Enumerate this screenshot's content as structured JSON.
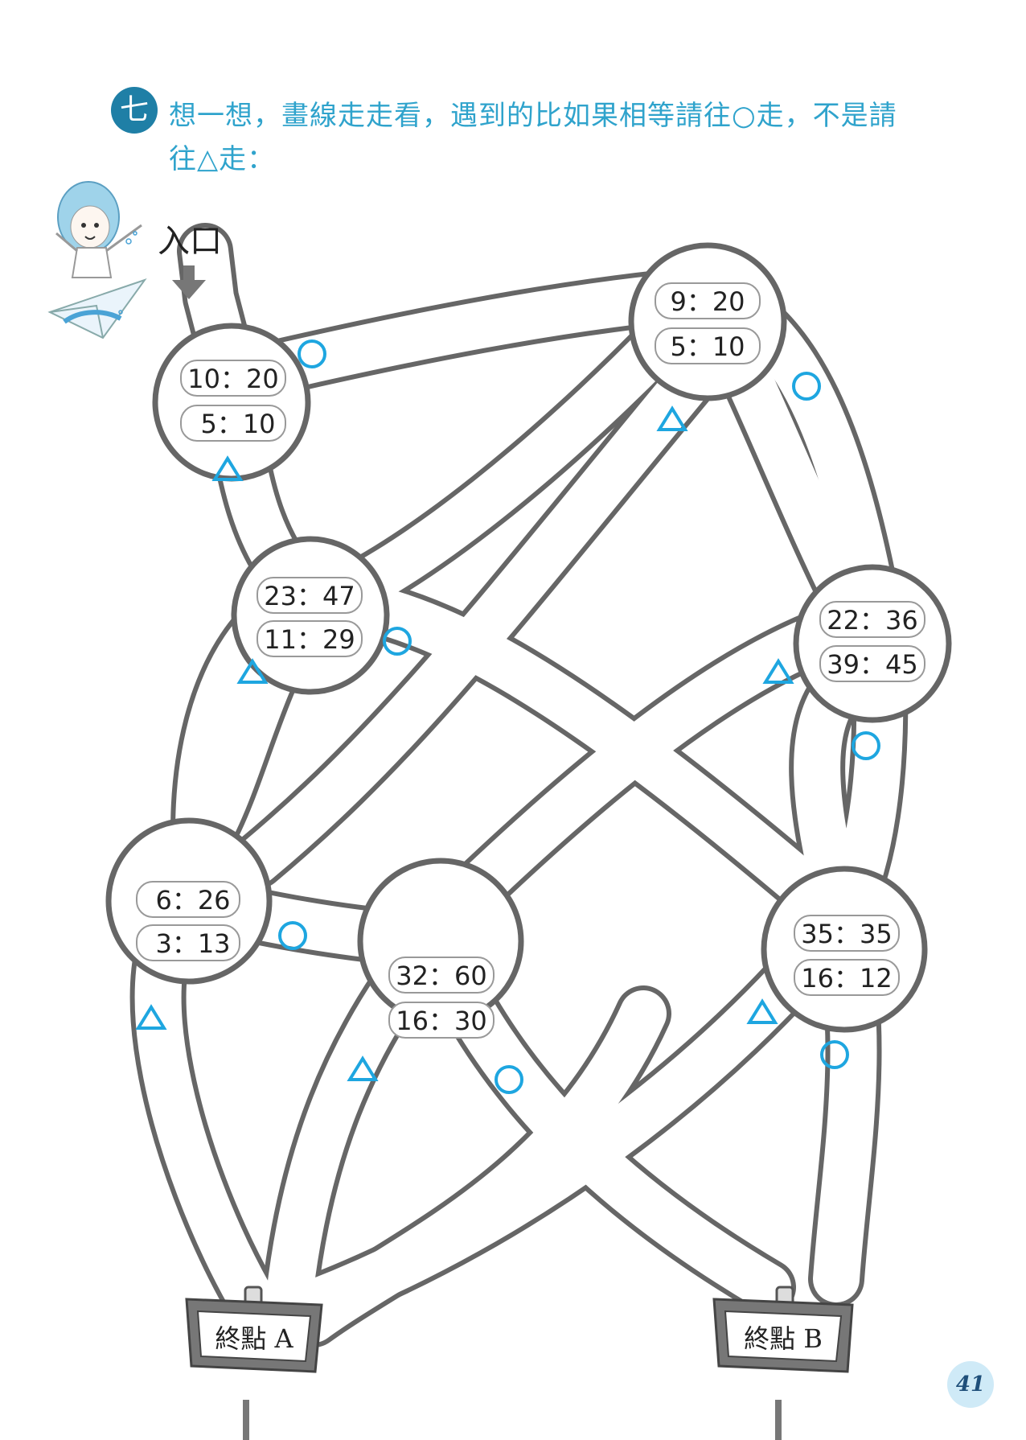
{
  "instruction": {
    "number": "七",
    "line1": "想一想，畫線走走看，遇到的比如果相等請往○走，不是請",
    "line2": "往△走："
  },
  "entrance_label": "入口",
  "nodes": [
    {
      "id": "n1",
      "ratios": [
        "10：20",
        "5：10"
      ]
    },
    {
      "id": "n2",
      "ratios": [
        "9：20",
        "5：10"
      ]
    },
    {
      "id": "n3",
      "ratios": [
        "23：47",
        "11：29"
      ]
    },
    {
      "id": "n4",
      "ratios": [
        "22：36",
        "39：45"
      ]
    },
    {
      "id": "n5",
      "ratios": [
        "6：26",
        "3：13"
      ]
    },
    {
      "id": "n6",
      "ratios": [
        "32：60",
        "16：30"
      ]
    },
    {
      "id": "n7",
      "ratios": [
        "35：35",
        "16：12"
      ]
    }
  ],
  "endpoints": [
    {
      "id": "endA",
      "label": "終點 A"
    },
    {
      "id": "endB",
      "label": "終點 B"
    }
  ],
  "symbols": {
    "circle": "○",
    "triangle": "△"
  },
  "page_number": "41",
  "colors": {
    "accent": "#2fa3cc",
    "badge": "#1f7fa6",
    "path_outline": "#666666",
    "sign": "#555555"
  }
}
